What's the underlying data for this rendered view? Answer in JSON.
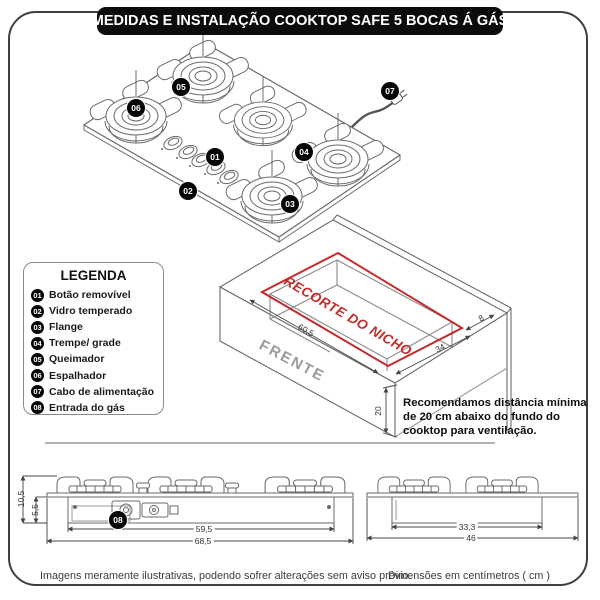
{
  "header": {
    "title": "MEDIDAS E INSTALAÇÃO COOKTOP SAFE 5 BOCAS Á GÁS"
  },
  "legend": {
    "title": "LEGENDA",
    "items": [
      {
        "num": "01",
        "label": "Botão removível"
      },
      {
        "num": "02",
        "label": "Vidro temperado"
      },
      {
        "num": "03",
        "label": "Flange"
      },
      {
        "num": "04",
        "label": "Trempe/ grade"
      },
      {
        "num": "05",
        "label": "Queimador"
      },
      {
        "num": "06",
        "label": "Espalhador"
      },
      {
        "num": "07",
        "label": "Cabo de alimentação"
      },
      {
        "num": "08",
        "label": "Entrada do gás"
      }
    ]
  },
  "callouts": [
    "01",
    "02",
    "03",
    "04",
    "05",
    "06",
    "07",
    "08"
  ],
  "niche": {
    "cutout_label": "RECORTE DO NICHO",
    "front_label": "FRENTE",
    "dim_width": "60,5",
    "dim_depth": "34",
    "dim_edge": "8",
    "dim_clearance": "20"
  },
  "recommendation": {
    "text": "Recomendamos distância mínima de 20 cm abaixo do fundo do cooktop para ventilação."
  },
  "front_view": {
    "dim_total_height": "10,5",
    "dim_body_height": "5,5",
    "dim_inner_width": "59,5",
    "dim_total_width": "68,5"
  },
  "side_view": {
    "dim_inner_width": "33,3",
    "dim_total_width": "46"
  },
  "footer": {
    "disclaimer": "Imagens meramente ilustrativas, podendo sofrer alterações sem aviso prévio.",
    "units": "Dimensões em centímetros ( cm )"
  },
  "colors": {
    "accent_red": "#c42a2a",
    "badge_black": "#050505",
    "linework_gray": "#666666"
  }
}
